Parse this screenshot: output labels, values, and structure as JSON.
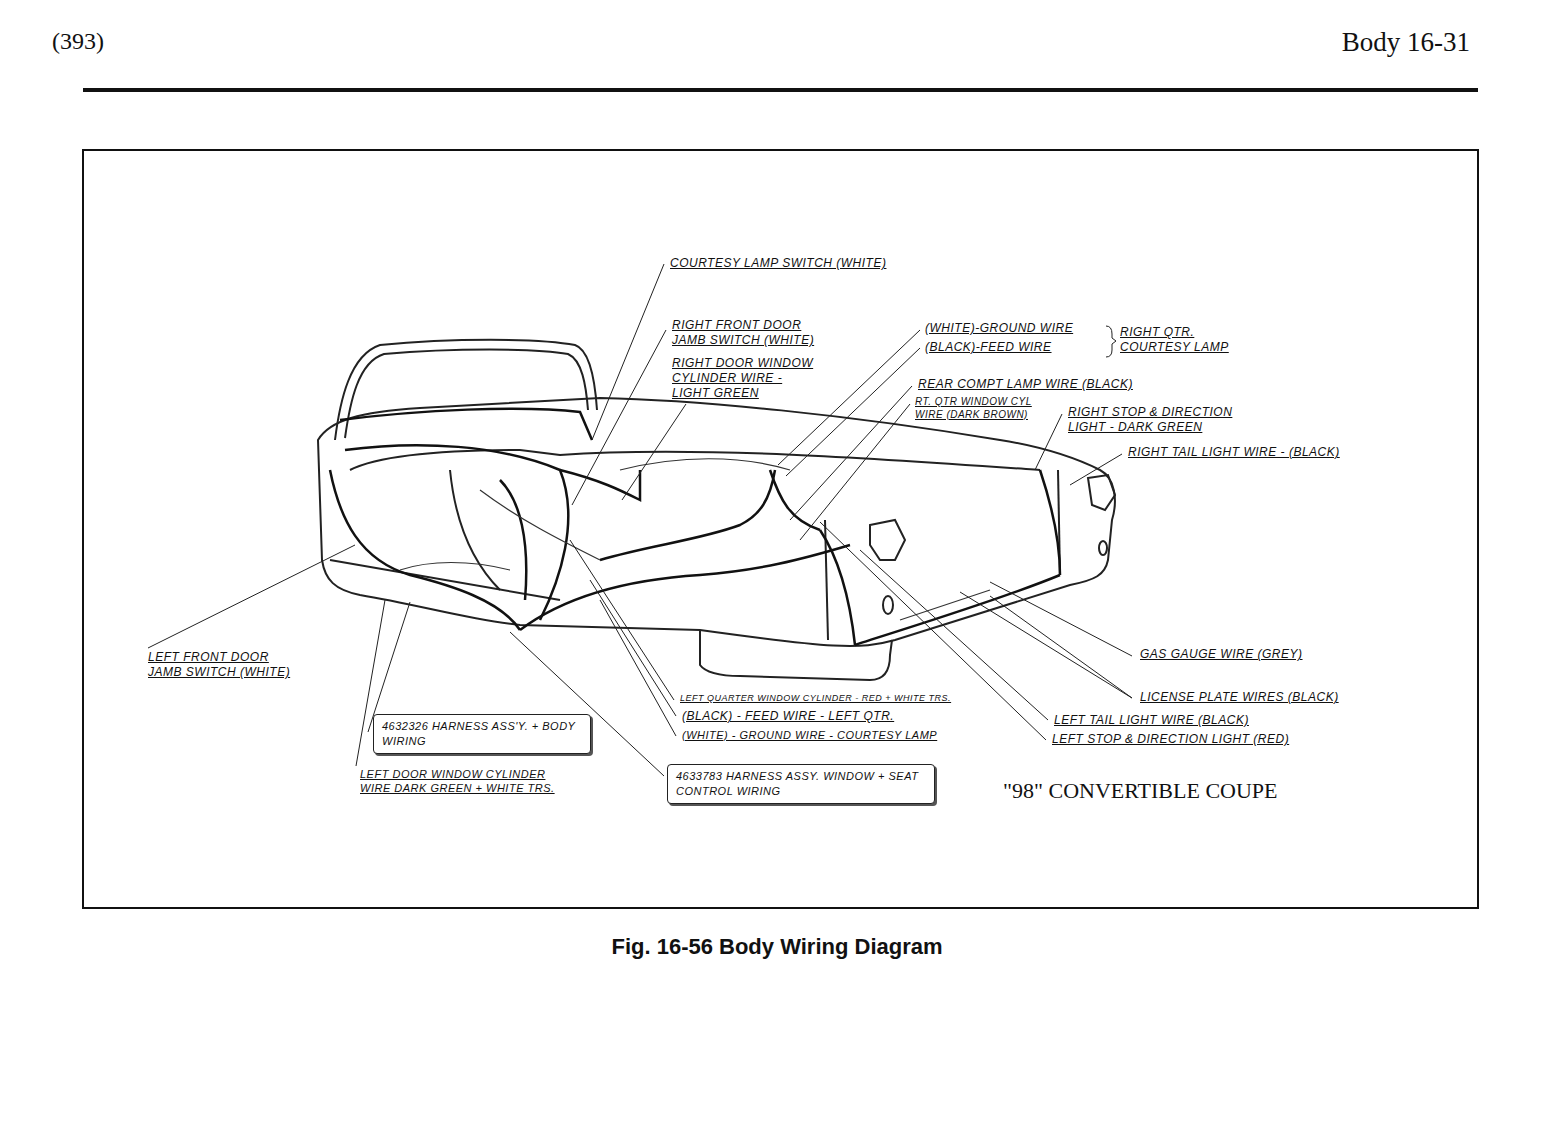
{
  "diagram": {
    "caption": "Fig. 16-56 Body Wiring Diagram",
    "nodes": [
      {
        "text": [
          "4632326 HARNESS ASS'Y. + BODY WIRING"
        ]
      },
      {
        "text": [
          "4633783 HARNESS ASSY. WINDOW + SEAT CONTROL WIRING"
        ]
      }
    ],
    "labels": [
      "(393)",
      "Body 16-31",
      "COURTESY LAMP SWITCH (WHITE)",
      "RIGHT FRONT DOOR JAMB SWITCH (WHITE)",
      "RIGHT DOOR WINDOW CYLINDER WIRE - LIGHT GREEN",
      "(WHITE)-GROUND WIRE",
      "(BLACK)-FEED WIRE",
      "RIGHT QTR. COURTESY LAMP",
      "REAR COMPT LAMP WIRE (BLACK)",
      "RT. QTR WINDOW CYL WIRE (DARK BROWN)",
      "RIGHT STOP & DIRECTION LIGHT - DARK GREEN",
      "RIGHT TAIL LIGHT WIRE - (BLACK)",
      "GAS GAUGE WIRE (GREY)",
      "LICENSE PLATE WIRES (BLACK)",
      "LEFT TAIL LIGHT WIRE (BLACK)",
      "LEFT STOP & DIRECTION LIGHT (RED)",
      "LEFT QUARTER WINDOW CYLINDER - RED + WHITE TRS.",
      "(BLACK) - FEED WIRE - LEFT QTR.",
      "(WHITE) - GROUND WIRE - COURTESY LAMP",
      "LEFT FRONT DOOR JAMB SWITCH (WHITE)",
      "LEFT DOOR WINDOW CYLINDER WIRE DARK GREEN + WHITE TRS.",
      "\"98\" CONVERTIBLE COUPE"
    ]
  }
}
